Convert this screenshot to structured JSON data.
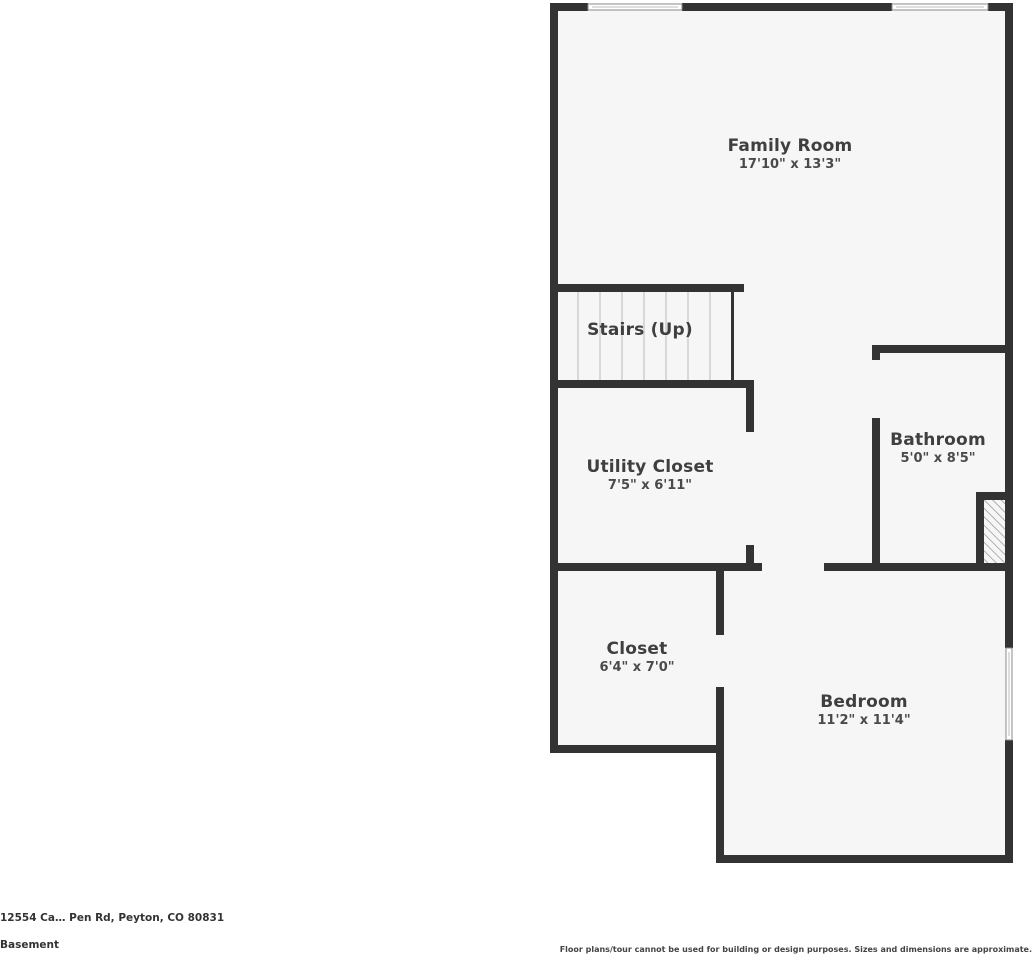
{
  "floor_plan": {
    "level": "Basement",
    "address": "12554 Ca… Pen Rd, Peyton, CO 80831",
    "disclaimer": "Floor plans/tour cannot be used for building or design purposes. Sizes and dimensions are approximate.",
    "colors": {
      "wall": "#333333",
      "floor": "#f6f6f6",
      "background": "#ffffff",
      "label": "#3f3f3f"
    },
    "rooms": [
      {
        "id": "family-room",
        "name": "Family Room",
        "dimensions": "17'10\" x 13'3\""
      },
      {
        "id": "stairs",
        "name": "Stairs (Up)",
        "dimensions": ""
      },
      {
        "id": "utility-closet",
        "name": "Utility Closet",
        "dimensions": "7'5\" x 6'11\""
      },
      {
        "id": "bathroom",
        "name": "Bathroom",
        "dimensions": "5'0\" x 8'5\""
      },
      {
        "id": "closet",
        "name": "Closet",
        "dimensions": "6'4\" x 7'0\""
      },
      {
        "id": "bedroom",
        "name": "Bedroom",
        "dimensions": "11'2\" x 11'4\""
      }
    ]
  }
}
